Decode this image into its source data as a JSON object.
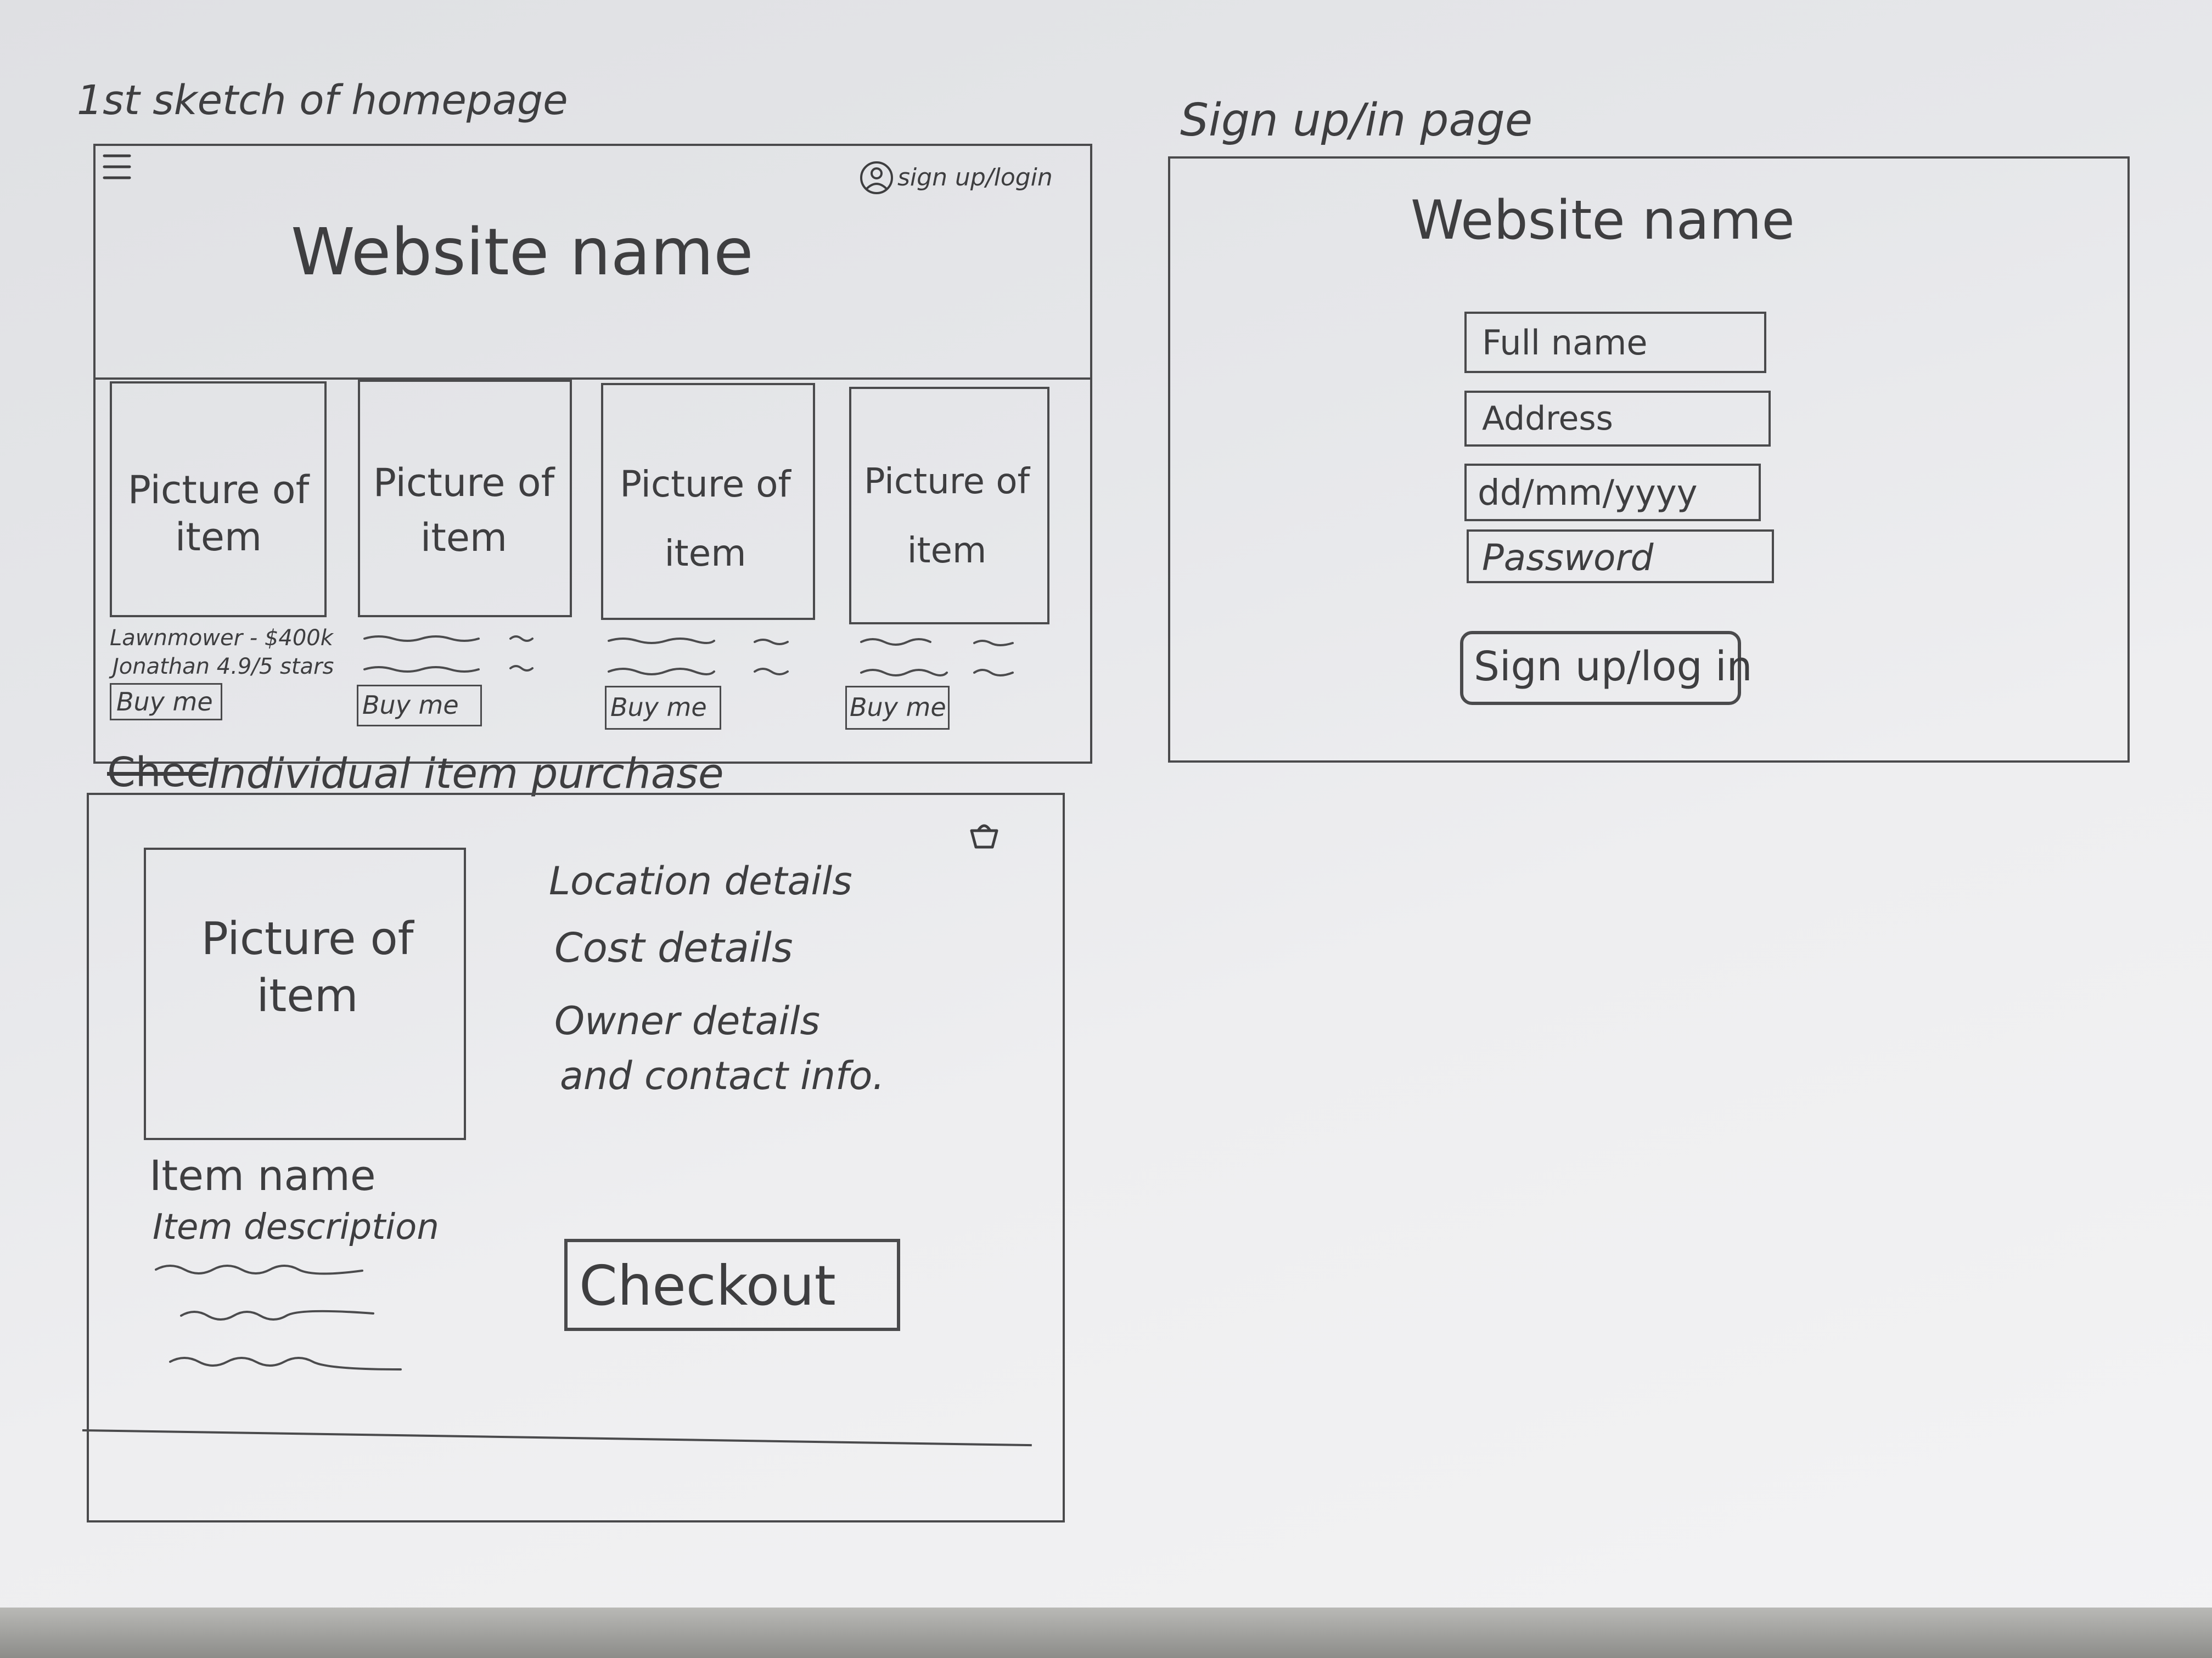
{
  "homepage": {
    "sketch_title": "1st sketch of homepage",
    "menu_icon": "hamburger-menu-icon",
    "user_icon": "user-profile-icon",
    "signup_login_link": "sign up/login",
    "website_name": "Website name",
    "items": [
      {
        "picture_label": "Picture of item",
        "caption_line1": "Lawnmower - $400k",
        "caption_line2": "Jonathan 4.9/5 stars",
        "buy_label": "Buy me"
      },
      {
        "picture_label": "Picture of item",
        "caption_line1": "",
        "caption_line2": "",
        "buy_label": "Buy me"
      },
      {
        "picture_label": "Picture of item",
        "caption_line1": "",
        "caption_line2": "",
        "buy_label": "Buy me"
      },
      {
        "picture_label": "Picture of item",
        "caption_line1": "",
        "caption_line2": "",
        "buy_label": "Buy me"
      }
    ]
  },
  "signin": {
    "sketch_title": "Sign up/in page",
    "website_name": "Website name",
    "full_name_placeholder": "Full name",
    "address_placeholder": "Address",
    "dob_placeholder": "dd/mm/yyyy",
    "password_placeholder": "Password",
    "submit_label": "Sign up/log in"
  },
  "purchase": {
    "sketch_title": "Individual item purchase",
    "crossed_word": "Chec",
    "basket_icon": "shopping-basket-icon",
    "picture_label": "Picture of item",
    "location": "Location details",
    "cost": "Cost details",
    "owner_line1": "Owner details",
    "owner_line2": "and contact info.",
    "item_name": "Item name",
    "item_description": "Item description",
    "checkout_label": "Checkout"
  }
}
